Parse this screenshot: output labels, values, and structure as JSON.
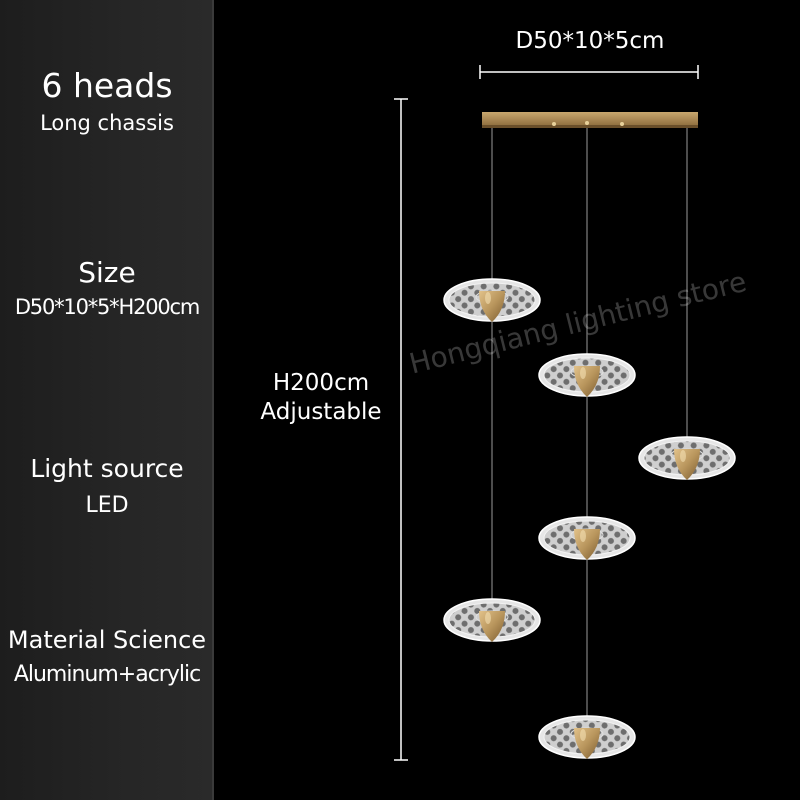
{
  "specs": {
    "heads": {
      "title": "6 heads",
      "value": "Long chassis"
    },
    "size": {
      "title": "Size",
      "value": "D50*10*5*H200cm"
    },
    "light_source": {
      "title": "Light source",
      "value": "LED"
    },
    "material": {
      "title": "Material Science",
      "value": "Aluminum+acrylic"
    }
  },
  "dimensions": {
    "width_label": "D50*10*5cm",
    "height_label": "H200cm",
    "height_note": "Adjustable"
  },
  "watermark": "Hongqiang lighting store",
  "colors": {
    "background": "#000000",
    "sidebar": "#262626",
    "gold": "#b8955c",
    "text": "#ffffff"
  }
}
